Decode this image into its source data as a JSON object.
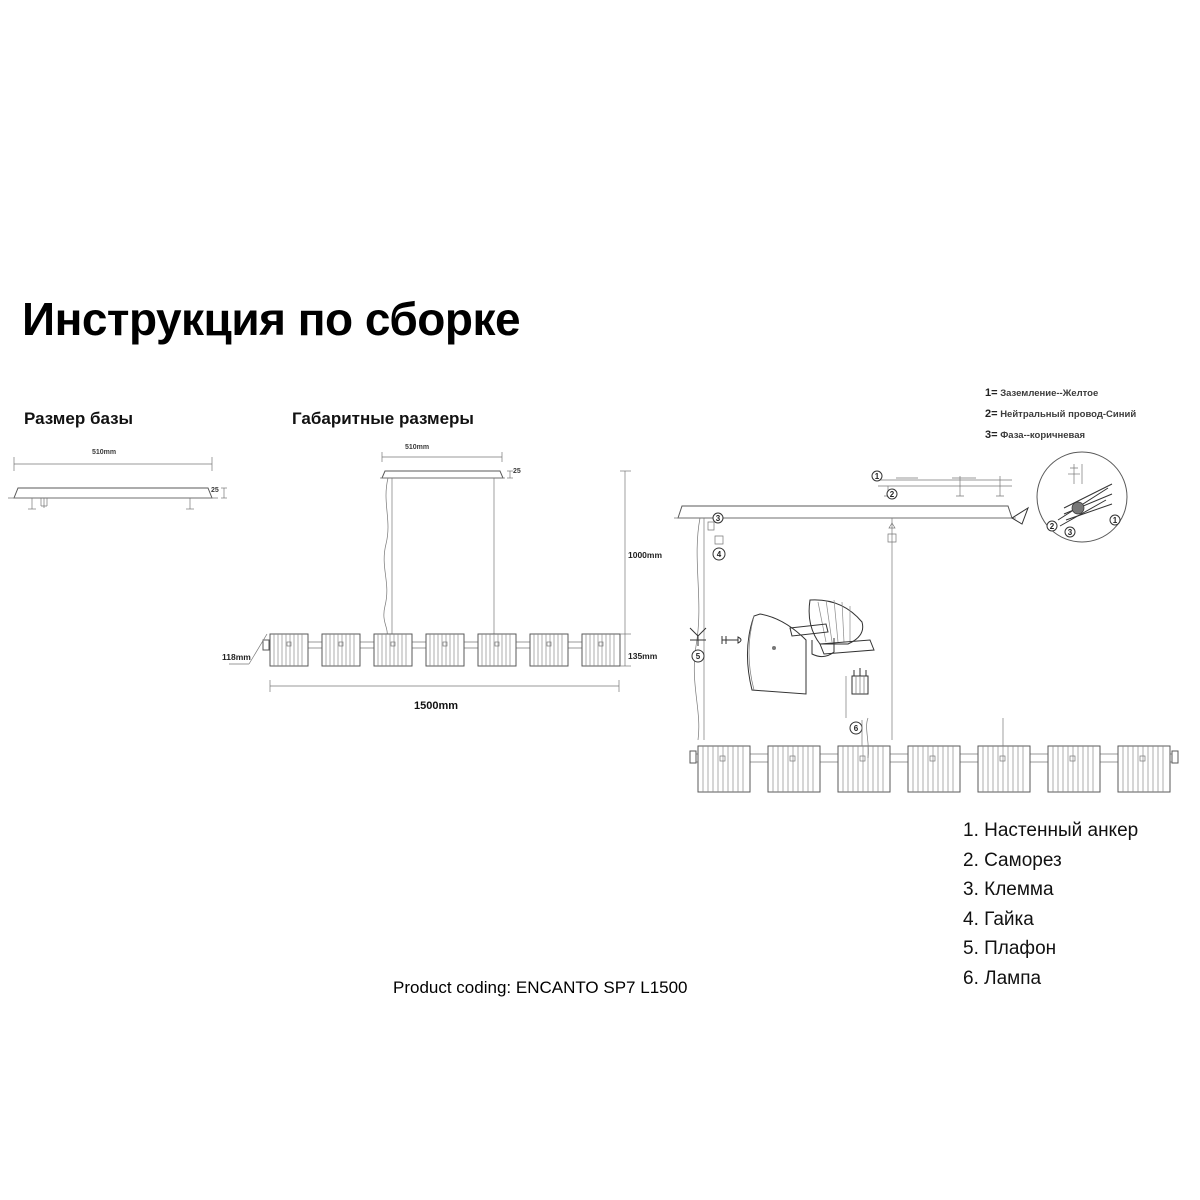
{
  "document": {
    "title": "Инструкция по сборке",
    "product_coding": "Product coding: ENCANTO SP7 L1500"
  },
  "sections": {
    "base": {
      "heading": "Размер базы",
      "width_label": "510mm",
      "thickness_label": "25"
    },
    "overall": {
      "heading": "Габаритные размеры",
      "plate_width_label": "510mm",
      "plate_thickness_label": "25",
      "drop_height_label": "1000mm",
      "fixture_height_label": "135mm",
      "shade_height_label": "118mm",
      "total_length_label": "1500mm",
      "shade_count": 7
    }
  },
  "wiring_legend": [
    {
      "num": "1=",
      "text": "Заземление--Желтое"
    },
    {
      "num": "2=",
      "text": "Нейтральный провод-Синий"
    },
    {
      "num": "3=",
      "text": "Фаза--коричневая"
    }
  ],
  "callouts": {
    "ceiling_plate": [
      "1",
      "2"
    ],
    "rod_nut": [
      "3",
      "4"
    ],
    "shade_detail": [
      "5"
    ],
    "lamp_detail": [
      "6"
    ],
    "wire_bubble": [
      "1",
      "2",
      "3"
    ]
  },
  "parts_list": [
    "1. Настенный анкер",
    "2. Саморез",
    "3. Клемма",
    "4. Гайка",
    "5. Плафон",
    "6. Лампа"
  ],
  "colors": {
    "line": "#5a5a5a",
    "text": "#111111",
    "legend_text": "#3c3c3c",
    "background": "#ffffff"
  }
}
